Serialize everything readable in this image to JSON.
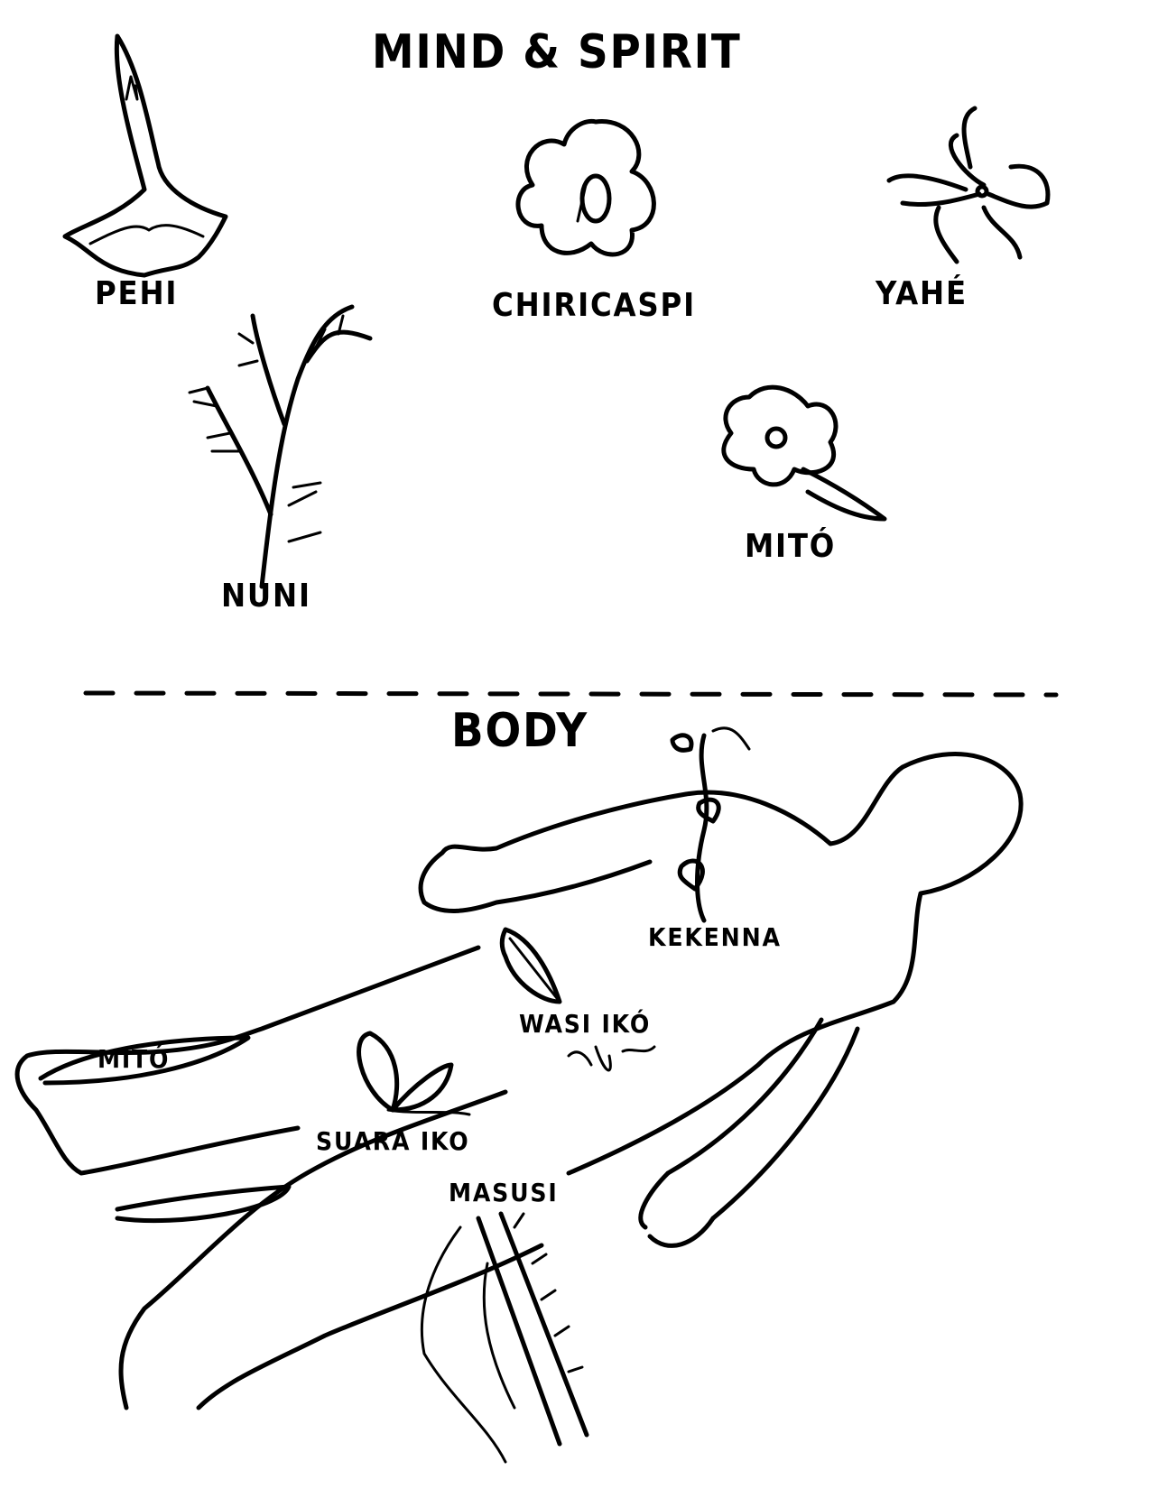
{
  "title": "MIND & SPIRIT",
  "mind_spirit_plants": [
    {
      "name": "PEHI"
    },
    {
      "name": "CHIRICASPI"
    },
    {
      "name": "YAHÉ"
    },
    {
      "name": "NUNI"
    },
    {
      "name": "MITÓ"
    }
  ],
  "body_section": {
    "title": "BODY",
    "labels": {
      "kekenna": "KEKENNA",
      "wasi_iko": "WASI IKÓ",
      "mito": "MITÓ",
      "suara_iko": "SUARA IKO",
      "masusi": "MASUSI"
    }
  }
}
